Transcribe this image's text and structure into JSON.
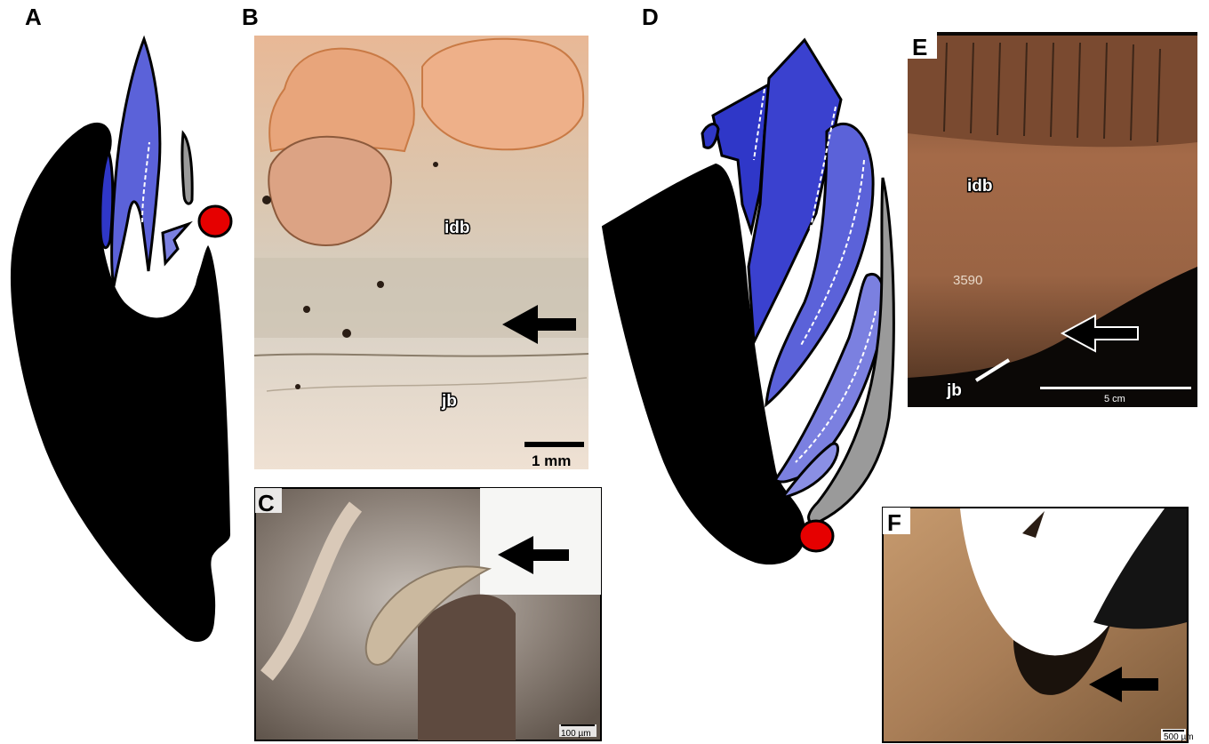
{
  "panels": {
    "A": {
      "letter": "A"
    },
    "B": {
      "letter": "B",
      "labels": {
        "idb": "idb",
        "jb": "jb"
      },
      "scale": "1 mm"
    },
    "C": {
      "letter": "C",
      "scale": "100 µm"
    },
    "D": {
      "letter": "D"
    },
    "E": {
      "letter": "E",
      "labels": {
        "idb": "idb",
        "jb": "jb",
        "specimen_number": "3590"
      },
      "scale": "5 cm"
    },
    "F": {
      "letter": "F",
      "scale": "500 µm"
    }
  },
  "colors": {
    "bone_black": "#000000",
    "tooth_dark_blue": "#2f37c8",
    "tooth_mid_blue": "#5b62d9",
    "tooth_light_blue": "#7b80e0",
    "grey_element": "#9a9a9a",
    "red_marker": "#e60000"
  }
}
